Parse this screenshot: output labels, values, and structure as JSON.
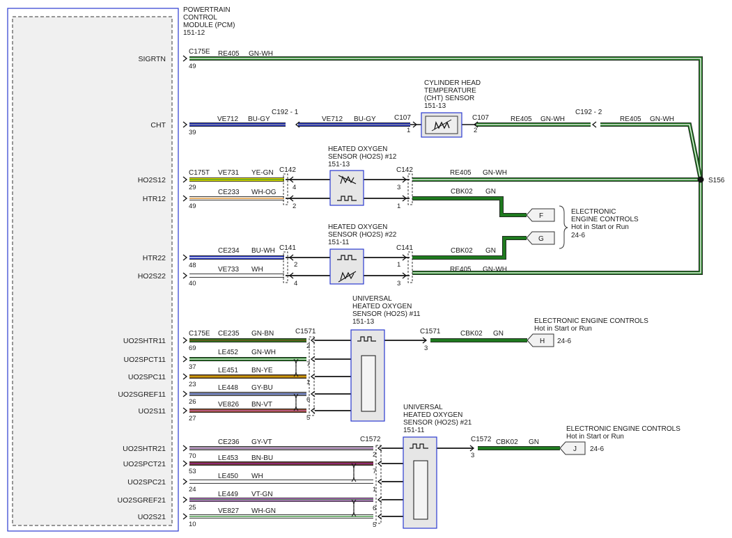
{
  "module": {
    "title": [
      "POWERTRAIN",
      "CONTROL",
      "MODULE (PCM)",
      "151-12"
    ]
  },
  "pcm_signals": [
    {
      "id": "sigrtn",
      "name": "SIGRTN",
      "pin": "49",
      "conn": "C175E"
    },
    {
      "id": "cht",
      "name": "CHT",
      "pin": "39",
      "conn": ""
    },
    {
      "id": "ho2s12",
      "name": "HO2S12",
      "pin": "29",
      "conn": "C175T"
    },
    {
      "id": "htr12",
      "name": "HTR12",
      "pin": "49",
      "conn": ""
    },
    {
      "id": "htr22",
      "name": "HTR22",
      "pin": "48",
      "conn": ""
    },
    {
      "id": "ho2s22",
      "name": "HO2S22",
      "pin": "40",
      "conn": ""
    },
    {
      "id": "uo2shtr11",
      "name": "UO2SHTR11",
      "pin": "69",
      "conn": "C175E"
    },
    {
      "id": "uo2spct11",
      "name": "UO2SPCT11",
      "pin": "37",
      "conn": ""
    },
    {
      "id": "uo2spc11",
      "name": "UO2SPC11",
      "pin": "23",
      "conn": ""
    },
    {
      "id": "uo2sgref11",
      "name": "UO2SGREF11",
      "pin": "26",
      "conn": ""
    },
    {
      "id": "uo2s11",
      "name": "UO2S11",
      "pin": "27",
      "conn": ""
    },
    {
      "id": "uo2shtr21",
      "name": "UO2SHTR21",
      "pin": "70",
      "conn": ""
    },
    {
      "id": "uo2spct21",
      "name": "UO2SPCT21",
      "pin": "53",
      "conn": ""
    },
    {
      "id": "uo2spc21",
      "name": "UO2SPC21",
      "pin": "24",
      "conn": ""
    },
    {
      "id": "uo2sgref21",
      "name": "UO2SGREF21",
      "pin": "25",
      "conn": ""
    },
    {
      "id": "uo2s21",
      "name": "UO2S21",
      "pin": "10",
      "conn": ""
    }
  ],
  "wires": {
    "sigrtn": {
      "circuit": "RE405",
      "color": "GN-WH"
    },
    "cht_a": {
      "circuit": "VE712",
      "color": "BU-GY"
    },
    "cht_b": {
      "circuit": "VE712",
      "color": "BU-GY"
    },
    "cht_c": {
      "circuit": "RE405",
      "color": "GN-WH"
    },
    "cht_d": {
      "circuit": "RE405",
      "color": "GN-WH"
    },
    "ho2s12": {
      "circuit": "VE731",
      "color": "YE-GN"
    },
    "htr12": {
      "circuit": "CE233",
      "color": "WH-OG"
    },
    "ho2s12_r": {
      "circuit": "RE405",
      "color": "GN-WH"
    },
    "htr12_r": {
      "circuit": "CBK02",
      "color": "GN"
    },
    "htr22": {
      "circuit": "CE234",
      "color": "BU-WH"
    },
    "ho2s22": {
      "circuit": "VE733",
      "color": "WH"
    },
    "htr22_r": {
      "circuit": "CBK02",
      "color": "GN"
    },
    "ho2s22_r": {
      "circuit": "RE405",
      "color": "GN-WH"
    },
    "uo2shtr11": {
      "circuit": "CE235",
      "color": "GN-BN"
    },
    "uo2spct11": {
      "circuit": "LE452",
      "color": "GN-WH"
    },
    "uo2spc11": {
      "circuit": "LE451",
      "color": "BN-YE"
    },
    "uo2sgref11": {
      "circuit": "LE448",
      "color": "GY-BU"
    },
    "uo2s11": {
      "circuit": "VE826",
      "color": "BN-VT"
    },
    "u11_r": {
      "circuit": "CBK02",
      "color": "GN"
    },
    "uo2shtr21": {
      "circuit": "CE236",
      "color": "GY-VT"
    },
    "uo2spct21": {
      "circuit": "LE453",
      "color": "BN-BU"
    },
    "uo2spc21": {
      "circuit": "LE450",
      "color": "WH"
    },
    "uo2sgref21": {
      "circuit": "LE449",
      "color": "VT-GN"
    },
    "uo2s21": {
      "circuit": "VE827",
      "color": "WH-GN"
    },
    "u21_r": {
      "circuit": "CBK02",
      "color": "GN"
    }
  },
  "connectors": {
    "c192_1": "C192 - 1",
    "c192_2": "C192 - 2",
    "c107_in": "C107",
    "c107_out": "C107",
    "c142_a": "C142",
    "c142_b": "C142",
    "c141_a": "C141",
    "c141_b": "C141",
    "c1571_a": "C1571",
    "c1571_b": "C1571",
    "c1572_a": "C1572",
    "c1572_b": "C1572"
  },
  "pins": {
    "c107_1": "1",
    "c107_2": "2",
    "c142_4": "4",
    "c142_2": "2",
    "c142_3": "3",
    "c142_1": "1",
    "c141_2": "2",
    "c141_4": "4",
    "c141_1": "1",
    "c141_3": "3",
    "c1571_2": "2",
    "c1571_7": "7",
    "c1571_1": "1",
    "c1571_6": "6",
    "c1571_5": "5",
    "c1571_3": "3",
    "c1572_2": "2",
    "c1572_7": "7",
    "c1572_1": "1",
    "c1572_6": "6",
    "c1572_5": "5",
    "c1572_3": "3"
  },
  "components": {
    "cht": [
      "CYLINDER HEAD",
      "TEMPERATURE",
      "(CHT) SENSOR",
      "151-13"
    ],
    "ho2s12": [
      "HEATED OXYGEN",
      "SENSOR (HO2S) #12",
      "151-13"
    ],
    "ho2s22": [
      "HEATED OXYGEN",
      "SENSOR (HO2S) #22",
      "151-11"
    ],
    "uho2s11": [
      "UNIVERSAL",
      "HEATED OXYGEN",
      "SENSOR (HO2S) #11",
      "151-13"
    ],
    "uho2s21": [
      "UNIVERSAL",
      "HEATED OXYGEN",
      "SENSOR (HO2S) #21",
      "151-11"
    ]
  },
  "splice": "S156",
  "eec_block": {
    "lines": [
      "ELECTRONIC",
      "ENGINE CONTROLS",
      "Hot in Start or Run",
      "24-6"
    ]
  },
  "eec_h": {
    "title": "ELECTRONIC ENGINE CONTROLS",
    "sub": "Hot in Start or Run",
    "ref": "24-6"
  },
  "eec_j": {
    "title": "ELECTRONIC ENGINE CONTROLS",
    "sub": "Hot in Start or Run",
    "ref": "24-6"
  },
  "ref_tags": {
    "f": "F",
    "g": "G",
    "h": "H",
    "j": "J"
  },
  "colors": {
    "GN-WH": [
      "#1f7a1f",
      "#ffffff"
    ],
    "BU-GY": [
      "#1f2fbf",
      "#9a9a9a"
    ],
    "YE-GN": [
      "#e8e000",
      "#2f8f2f"
    ],
    "WH-OG": [
      "#f4f4f4",
      "#e08a1a"
    ],
    "GN": [
      "#1f7a1f",
      null
    ],
    "BU-WH": [
      "#1f2fbf",
      "#ffffff"
    ],
    "WH": [
      "#f8f8f8",
      null
    ],
    "GN-BN": [
      "#2f7a1f",
      "#7a4a1a"
    ],
    "BN-YE": [
      "#8a5a1a",
      "#f0c000"
    ],
    "GY-BU": [
      "#9a9a9a",
      "#3050c0"
    ],
    "BN-VT": [
      "#8a4a2a",
      "#d060b0"
    ],
    "GY-VT": [
      "#a0a0a0",
      "#b070c0"
    ],
    "BN-BU": [
      "#6a3a2a",
      "#a020a0"
    ],
    "VT-GN": [
      "#c070d0",
      "#3a8a3a"
    ],
    "WH-GN": [
      "#f4f4f4",
      "#2f8f2f"
    ],
    "pcm_border": "#2a3ad0"
  }
}
